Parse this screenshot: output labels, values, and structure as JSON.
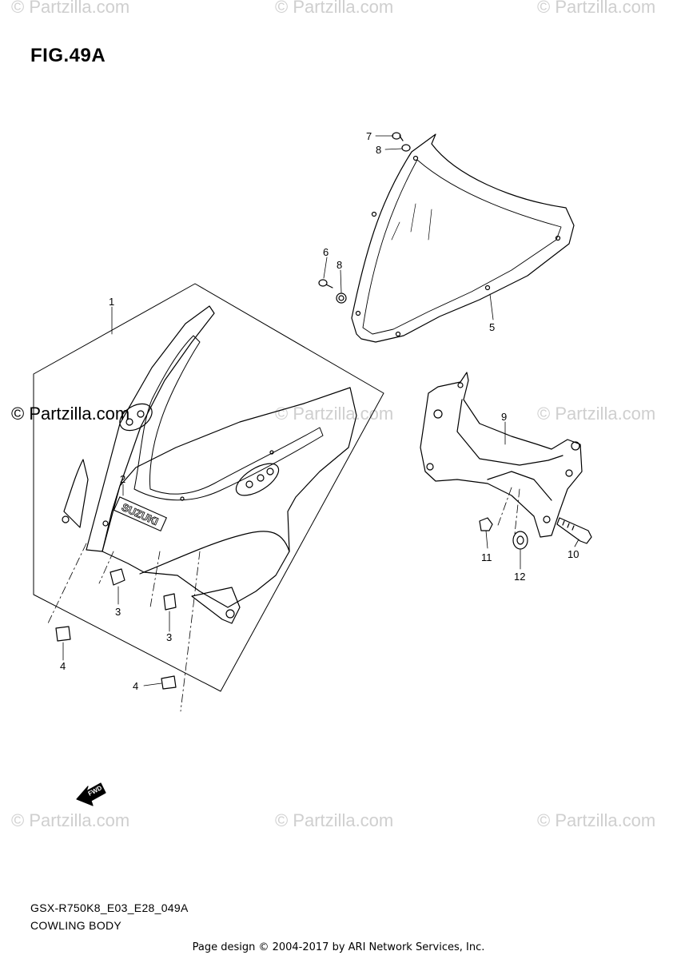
{
  "figure": {
    "title": "FIG.49A"
  },
  "watermark": {
    "text": "© Partzilla.com"
  },
  "callouts": [
    {
      "id": "1",
      "label": "1"
    },
    {
      "id": "2",
      "label": "2"
    },
    {
      "id": "3a",
      "label": "3"
    },
    {
      "id": "3b",
      "label": "3"
    },
    {
      "id": "4a",
      "label": "4"
    },
    {
      "id": "4b",
      "label": "4"
    },
    {
      "id": "5",
      "label": "5"
    },
    {
      "id": "6",
      "label": "6"
    },
    {
      "id": "7",
      "label": "7"
    },
    {
      "id": "8a",
      "label": "8"
    },
    {
      "id": "8b",
      "label": "8"
    },
    {
      "id": "9",
      "label": "9"
    },
    {
      "id": "10",
      "label": "10"
    },
    {
      "id": "11",
      "label": "11"
    },
    {
      "id": "12",
      "label": "12"
    }
  ],
  "emblem": {
    "text": "SUZUKI"
  },
  "fwd_arrow": {
    "text": "FWD"
  },
  "footer": {
    "model_code": "GSX-R750K8_E03_E28_049A",
    "section_name": "COWLING BODY",
    "credit": "Page design © 2004-2017 by ARI Network Services, Inc."
  }
}
